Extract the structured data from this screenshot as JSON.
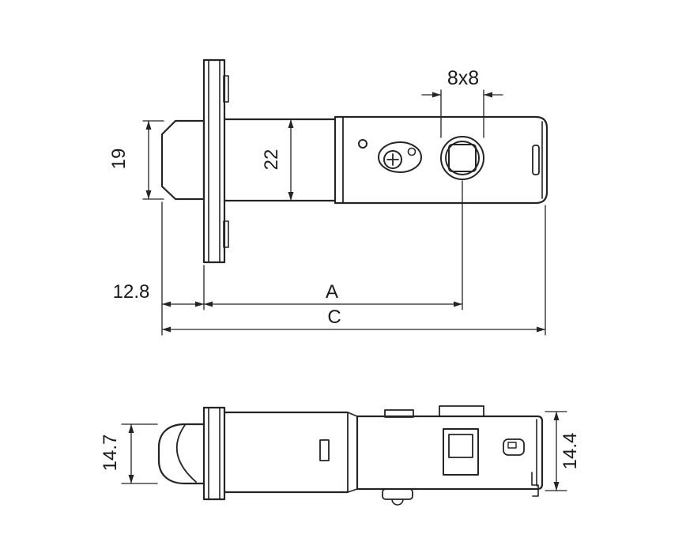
{
  "diagram": {
    "type": "technical-drawing",
    "colors": {
      "line": "#242424",
      "text": "#1a1a1a",
      "background": "#ffffff"
    },
    "dimensions": {
      "spindle_square": "8x8",
      "bolt_height": "19",
      "case_height": "22",
      "faceplate_to_bolt_tip": "12.8",
      "backset": "A",
      "overall_length": "C",
      "bolt_thickness": "14.7",
      "case_thickness": "14.4"
    }
  }
}
